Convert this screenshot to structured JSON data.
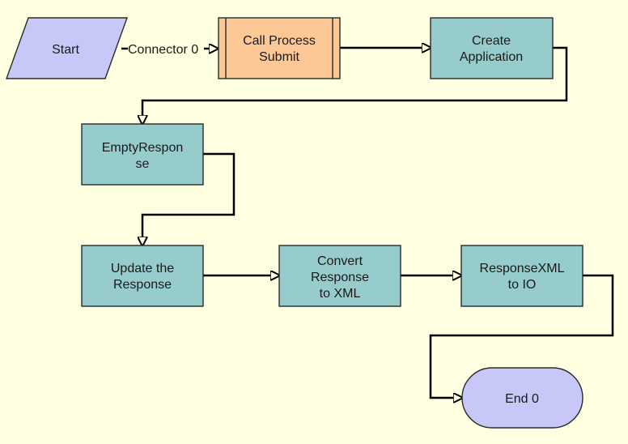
{
  "colors": {
    "background": "#ffffe1",
    "start_end_fill": "#c8c8f8",
    "subprocess_fill": "#fbc896",
    "task_fill": "#96cccc",
    "stroke": "#2a2a2a",
    "edge": "#000000"
  },
  "nodes": {
    "start": {
      "lines": [
        "Start"
      ]
    },
    "call_process": {
      "lines": [
        "Call Process",
        "Submit"
      ]
    },
    "create_application": {
      "lines": [
        "Create",
        "Application"
      ]
    },
    "empty_response": {
      "lines": [
        "EmptyRespon",
        "se"
      ]
    },
    "update_response": {
      "lines": [
        "Update the",
        "Response"
      ]
    },
    "convert_response": {
      "lines": [
        "Convert",
        "Response",
        "to XML"
      ]
    },
    "responsexml_io": {
      "lines": [
        "ResponseXML",
        "to IO"
      ]
    },
    "end": {
      "lines": [
        "End 0"
      ]
    }
  },
  "connectors": {
    "start_to_call": "Connector 0"
  }
}
